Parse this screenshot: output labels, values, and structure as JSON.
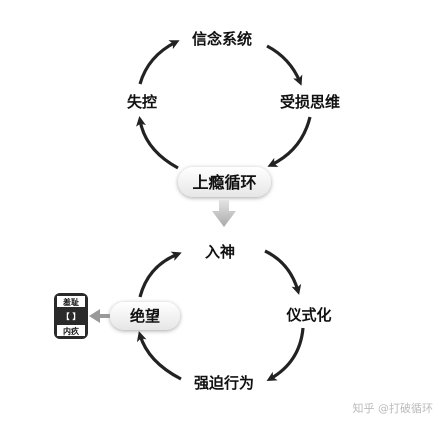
{
  "cycle_top": {
    "nodes": {
      "top": "信念系统",
      "right": "受损思维",
      "left": "失控",
      "bottom": "上瘾循环"
    }
  },
  "cycle_bottom": {
    "nodes": {
      "top": "入神",
      "right": "仪式化",
      "bottom": "强迫行为",
      "left": "绝望"
    }
  },
  "side_box": {
    "top_label": "羞耻",
    "bracket": "【 】",
    "bottom_label": "内疚"
  },
  "watermark": "知乎 @打破循环"
}
